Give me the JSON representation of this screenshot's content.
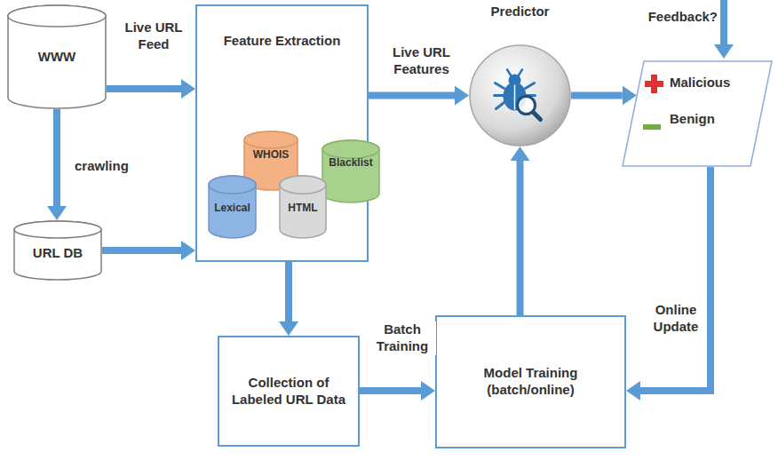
{
  "diagram": {
    "nodes": [
      {
        "text": [
          "WWW"
        ]
      },
      {
        "text": [
          "URL DB"
        ]
      },
      {
        "text": [
          "Feature Extraction"
        ]
      },
      {
        "text": [
          "Lexical"
        ],
        "in": 2
      },
      {
        "text": [
          "WHOIS"
        ],
        "in": 2
      },
      {
        "text": [
          "HTML"
        ],
        "in": 2
      },
      {
        "text": [
          "Blacklist"
        ],
        "in": 2
      },
      {
        "text": [
          "Predictor"
        ]
      },
      {
        "text": [
          "Malicious",
          "Benign"
        ]
      },
      {
        "text": [
          "Collection of Labeled URL Data"
        ]
      },
      {
        "text": [
          "Model Training (batch/online)"
        ]
      }
    ],
    "edges": [
      {
        "from": 0,
        "to": 2,
        "label": "Live URL Feed",
        "arrow": "to"
      },
      {
        "from": 0,
        "to": 1,
        "label": "crawling",
        "arrow": "to"
      },
      {
        "from": 1,
        "to": 2,
        "arrow": "to"
      },
      {
        "from": 2,
        "to": 7,
        "label": "Live URL Features",
        "arrow": "to"
      },
      {
        "from": 7,
        "to": 8,
        "arrow": "to"
      },
      {
        "from": 2,
        "to": 9,
        "arrow": "to"
      },
      {
        "from": 9,
        "to": 10,
        "label": "Batch Training",
        "arrow": "to"
      },
      {
        "from": 10,
        "to": 7,
        "arrow": "to"
      },
      {
        "from": 8,
        "to": 10,
        "label": "Online Update",
        "arrow": "to"
      }
    ],
    "labels": [
      "Feedback?"
    ]
  }
}
